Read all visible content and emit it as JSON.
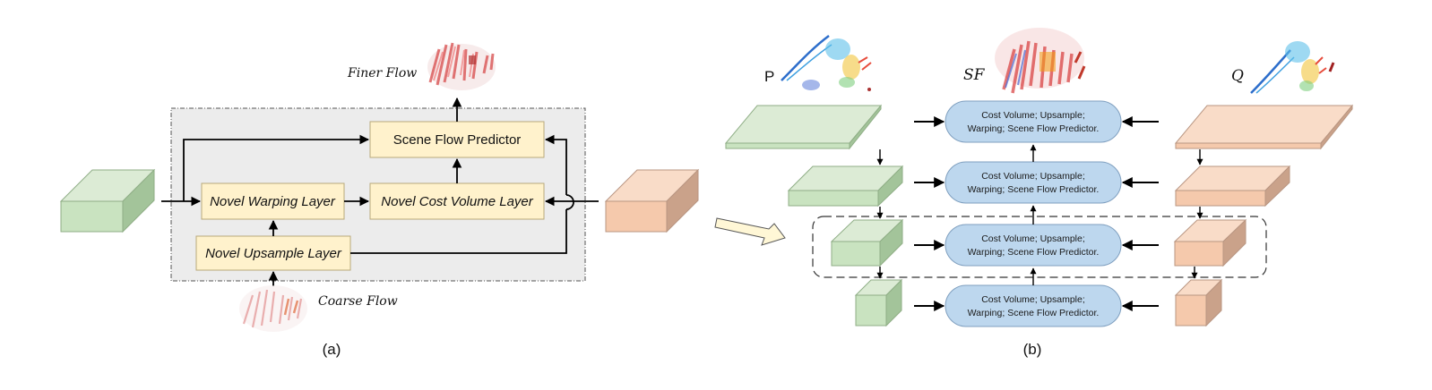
{
  "panel_a": {
    "finer_flow_label": "Finer Flow",
    "coarse_flow_label": "Coarse Flow",
    "scene_flow_predictor": "Scene Flow Predictor",
    "novel_warping_layer": "Novel Warping Layer",
    "novel_cost_volume_layer": "Novel Cost Volume Layer",
    "novel_upsample_layer": "Novel Upsample Layer",
    "caption": "(a)"
  },
  "panel_b": {
    "label_p": "P",
    "label_sf": "SF",
    "label_q": "Q",
    "modules": [
      {
        "line1": "Cost Volume; Upsample;",
        "line2": "Warping; Scene Flow Predictor."
      },
      {
        "line1": "Cost Volume; Upsample;",
        "line2": "Warping; Scene Flow Predictor."
      },
      {
        "line1": "Cost Volume; Upsample;",
        "line2": "Warping; Scene Flow Predictor."
      },
      {
        "line1": "Cost Volume; Upsample;",
        "line2": "Warping; Scene Flow Predictor."
      }
    ],
    "caption": "(b)"
  },
  "colors": {
    "green_front": "#c9e3c0",
    "green_top": "#dcebd5",
    "green_side": "#a3c49a",
    "orange_front": "#f5c9ac",
    "orange_top": "#f9dcc8",
    "orange_side": "#caa28a",
    "box_fill": "#fff2cc",
    "pill_fill": "#bdd7ee",
    "panel_bg": "#ececec"
  }
}
